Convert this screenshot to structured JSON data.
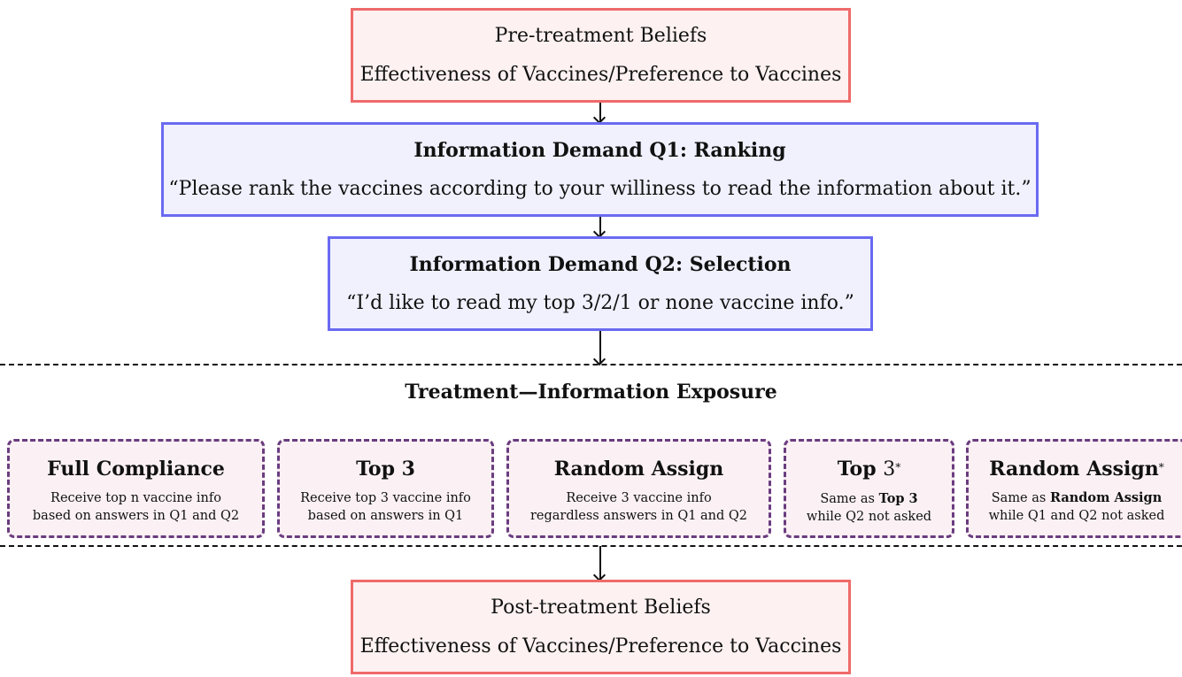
{
  "pre_treatment": {
    "title": "Pre-treatment Beliefs",
    "subtitle": "Effectiveness of Vaccines/Preference to Vaccines"
  },
  "q1": {
    "title": "Information Demand Q1: Ranking",
    "quote": "“Please rank the vaccines according to your williness to read the information about it.”"
  },
  "q2": {
    "title": "Information Demand Q2: Selection",
    "quote": "“I’d like to read my top 3/2/1 or none vaccine info.”"
  },
  "treatment": {
    "title": "Treatment—Information Exposure",
    "arms": [
      {
        "title": "Full Compliance",
        "line1": "Receive top n vaccine info",
        "line2": "based on answers in Q1 and Q2"
      },
      {
        "title": "Top 3",
        "line1": "Receive top 3 vaccine info",
        "line2": "based on answers in Q1"
      },
      {
        "title": "Random Assign",
        "line1": "Receive 3 vaccine info",
        "line2": "regardless answers in Q1 and Q2"
      },
      {
        "title_bold": "Top",
        "title_normal": "3",
        "title_mark": "*",
        "line1_prefix": "Same as",
        "line1_bold": "Top 3",
        "line2": "while Q2 not asked"
      },
      {
        "title_bold": "Random Assign",
        "title_mark": "*",
        "line1_prefix": "Same as",
        "line1_bold": "Random Assign",
        "line2": "while Q1 and Q2 not asked"
      }
    ]
  },
  "post_treatment": {
    "title": "Post-treatment Beliefs",
    "subtitle": "Effectiveness of Vaccines/Preference to Vaccines"
  },
  "colors": {
    "belief_border": "#ef6a6a",
    "belief_fill": "#fdf1f1",
    "question_border": "#6a6af2",
    "question_fill": "#f0f1fd",
    "arm_border": "#6a3c80",
    "arm_fill": "#fbf1f4"
  }
}
